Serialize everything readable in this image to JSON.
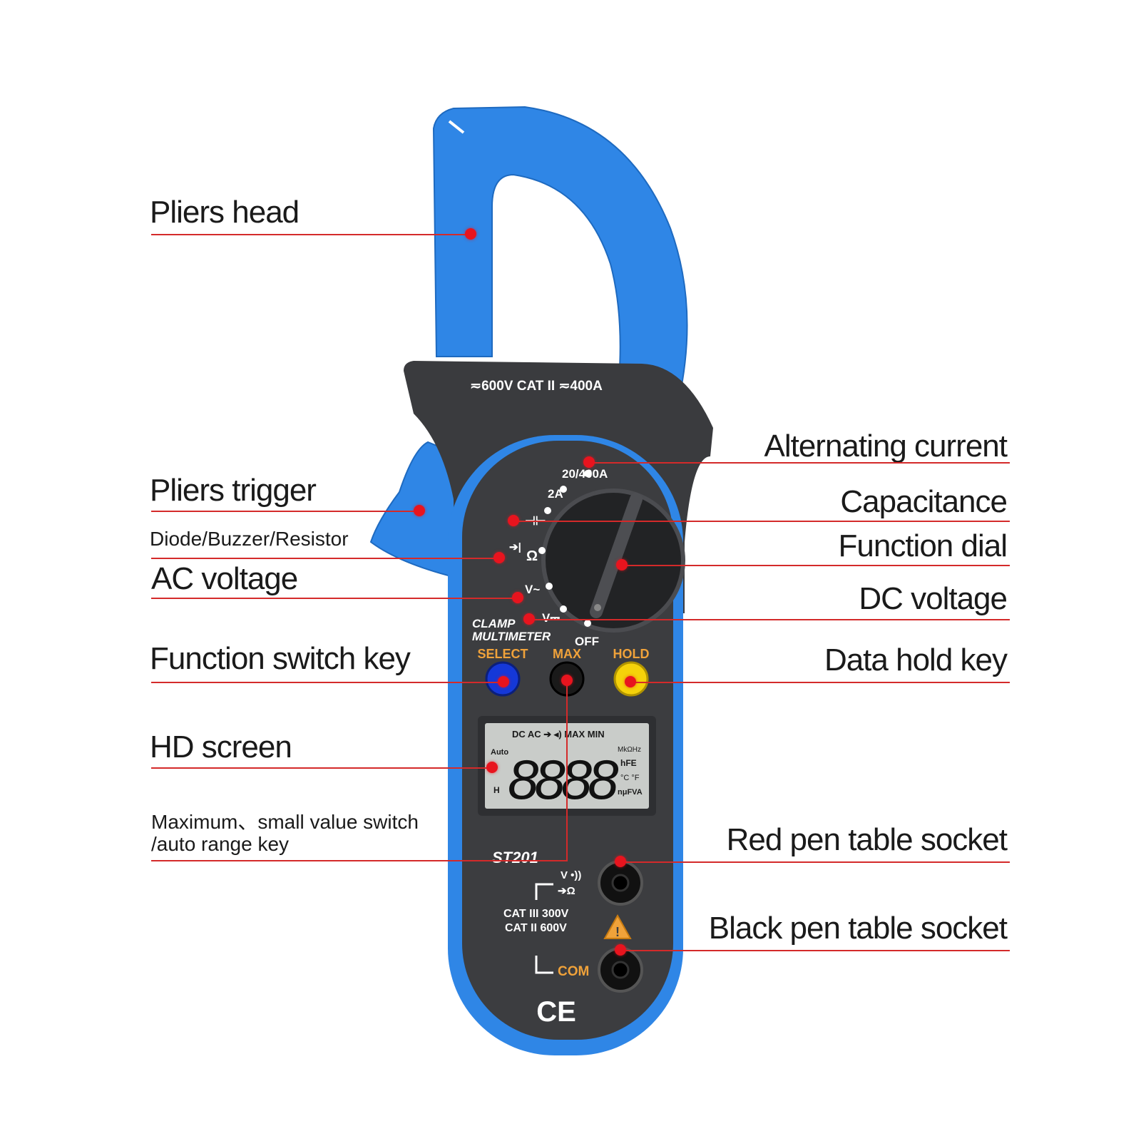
{
  "colors": {
    "body_blue": "#2f86e6",
    "panel_gray": "#3c3d40",
    "leader_red": "#d42a2a",
    "dot_red": "#e8141e",
    "lcd_bg": "#c9ccc9",
    "select_blue": "#1538d8",
    "hold_yellow": "#f5d20a",
    "label_orange": "#f0a23a"
  },
  "labels": {
    "pliers_head": "Pliers head",
    "pliers_trigger": "Pliers trigger",
    "diode_buzzer_resistor": "Diode/Buzzer/Resistor",
    "ac_voltage": "AC voltage",
    "function_switch_key": "Function switch key",
    "hd_screen": "HD screen",
    "max_min_line1": "Maximum、small value switch",
    "max_min_line2": "/auto range key",
    "alternating_current": "Alternating current",
    "capacitance": "Capacitance",
    "function_dial": "Function dial",
    "dc_voltage": "DC voltage",
    "data_hold_key": "Data hold key",
    "red_pen_socket": "Red pen table socket",
    "black_pen_socket": "Black pen table socket"
  },
  "device": {
    "rating": "≂600V CAT II ≂400A",
    "dial_20_400a": "20/400A",
    "dial_2a": "2A",
    "dial_cap": "⊣⊢",
    "dial_ohm": "Ω",
    "dial_diode": "➔|",
    "dial_vac": "V~",
    "dial_vdc": "V⎓",
    "dial_off": "OFF",
    "brand_line1": "CLAMP",
    "brand_line2": "MULTIMETER",
    "key_select": "SELECT",
    "key_max": "MAX",
    "key_hold": "HOLD",
    "lcd_top": "DC AC ➔ ◂) MAX MIN",
    "lcd_auto": "Auto",
    "lcd_h": "H",
    "lcd_digits": "8888",
    "lcd_units1": "MkΩHz",
    "lcd_units2": "hFE",
    "lcd_units3": "°C °F",
    "lcd_units4": "nμFVA",
    "model": "ST201",
    "socket_v": "V •))",
    "socket_diode_ohm": "➔Ω",
    "cat_iii": "CAT III 300V",
    "cat_ii": "CAT II 600V",
    "com": "COM",
    "warning": "!",
    "ce": "CE"
  }
}
